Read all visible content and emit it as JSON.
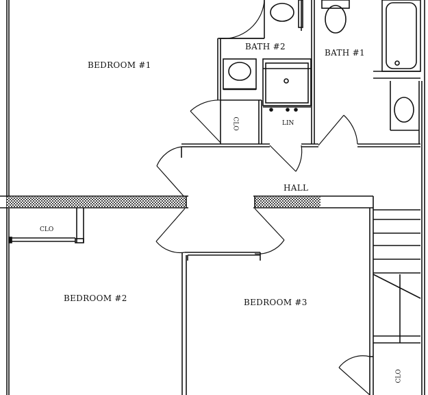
{
  "rooms": {
    "bedroom1": "BEDROOM #1",
    "bedroom2": "BEDROOM #2",
    "bedroom3": "BEDROOM #3",
    "bath1": "BATH #1",
    "bath2": "BATH #2",
    "hall": "HALL"
  },
  "closets": {
    "clo_bath2": "CLO",
    "lin": "LIN",
    "clo_bedroom2": "CLO",
    "clo_bedroom3": "CLO"
  },
  "colors": {
    "line": "#111111",
    "background": "#ffffff",
    "hatch": "#555555"
  }
}
